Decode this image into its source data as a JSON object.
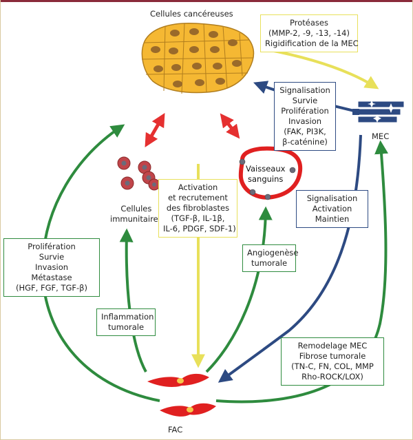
{
  "labels": {
    "cancer_cells": "Cellules cancéreuses",
    "ecm": "MEC",
    "immune_cells": [
      "Cellules",
      "immunitaires"
    ],
    "vessels": [
      "Vaisseaux",
      "sanguins"
    ],
    "fac": "FAC"
  },
  "boxes": {
    "proteases": [
      "Protéases",
      "(MMP-2, -9, -13, -14)",
      "Rigidification de la MEC"
    ],
    "signaling_survival": [
      "Signalisation",
      "Survie",
      "Prolifération",
      "Invasion",
      "(FAK, PI3K,",
      "β-caténine)"
    ],
    "fibroblast_activation": [
      "Activation",
      "et recrutement",
      "des fibroblastes",
      "(TGF-β, IL-1β,",
      "IL-6, PDGF, SDF-1)"
    ],
    "signaling_activation": [
      "Signalisation",
      "Activation",
      "Maintien"
    ],
    "angiogenesis": [
      "Angiogenèse",
      "tumorale"
    ],
    "proliferation_metastasis": [
      "Prolifération",
      "Survie",
      "Invasion",
      "Métastase",
      "(HGF, FGF, TGF-β)"
    ],
    "inflammation": [
      "Inflammation",
      "tumorale"
    ],
    "ecm_remodeling": [
      "Remodelage MEC",
      "Fibrose tumorale",
      "(TN-C, FN, COL, MMP",
      "Rho-ROCK/LOX)"
    ]
  },
  "colors": {
    "header_bar": "#8a2b3a",
    "cell_fill": "#f5b833",
    "cell_nucleus": "#9a6a2a",
    "arrow_red": "#e53030",
    "arrow_yellow": "#e8e05a",
    "arrow_navy": "#2d4a82",
    "arrow_green": "#2e8b3e",
    "fibroblast": "#e02020",
    "ecm_fill": "#2d4a82"
  }
}
